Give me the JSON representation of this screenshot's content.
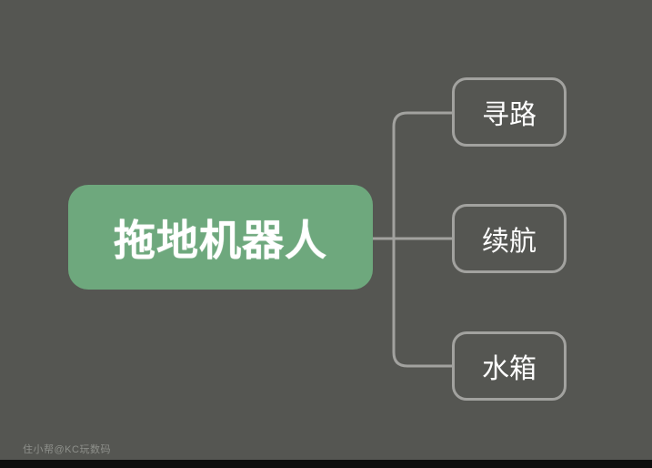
{
  "mindmap": {
    "root": {
      "label": "拖地机器人"
    },
    "children": [
      {
        "label": "寻路"
      },
      {
        "label": "续航"
      },
      {
        "label": "水箱"
      }
    ]
  },
  "watermark": "住小帮@KC玩数码",
  "colors": {
    "background": "#555652",
    "root_fill": "#6EA87D",
    "root_text": "#FFFFFF",
    "child_border": "#A2A29F",
    "child_text": "#FFFFFF",
    "connector": "#A2A29F",
    "watermark_text": "#8E908B",
    "bottom_bar": "#0D0D0D"
  }
}
